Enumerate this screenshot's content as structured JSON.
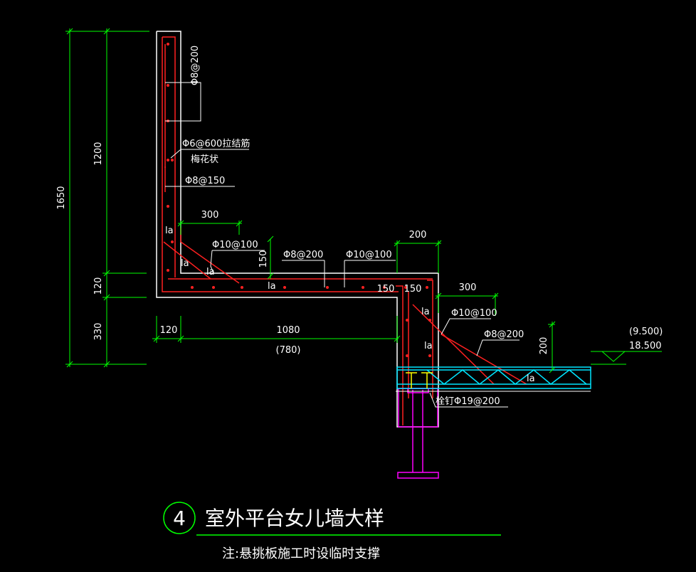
{
  "drawing": {
    "detail_number": "4",
    "title": "室外平台女儿墙大样",
    "note": "注:悬挑板施工时设临时支撑"
  },
  "dimensions": {
    "overall_height": "1650",
    "wall_height": "1200",
    "slab_thickness": "120",
    "lower_height": "330",
    "wall_thickness": "120",
    "slab_length": "1080",
    "slab_length_alt": "(780)",
    "beam_width": "200",
    "anchor_300_top": "300",
    "anchor_300_right": "300",
    "haunch_150": "150",
    "dim_150_a": "150",
    "dim_150_b": "150",
    "dim_200_vertical": "200"
  },
  "rebar_labels": {
    "wall_vertical": "Φ8@200",
    "tie_bars": "Φ6@600拉结筋",
    "tie_pattern": "梅花状",
    "wall_horizontal": "Φ8@150",
    "slab_top_left": "Φ10@100",
    "slab_dist": "Φ8@200",
    "slab_top_right": "Φ10@100",
    "deck_top": "Φ10@100",
    "deck_dist": "Φ8@200",
    "stud": "栓钉Φ19@200",
    "la": "la"
  },
  "elevations": {
    "elev_alt": "(9.500)",
    "elev": "18.500"
  },
  "colors": {
    "outline": "#ffffff",
    "dimension": "#00ff00",
    "rebar": "#ff2020",
    "dots": "#ff2020",
    "beam": "#ff00ff",
    "deck": "#00ffff",
    "stud": "#ffff00"
  }
}
